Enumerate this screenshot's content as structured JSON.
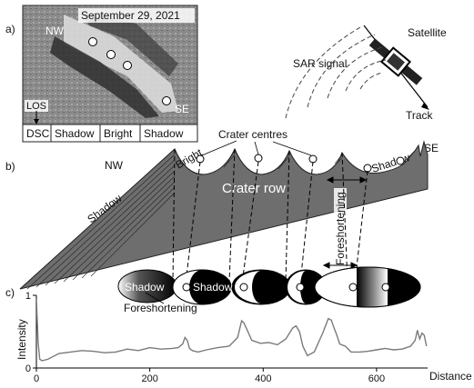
{
  "panel_a": {
    "label": "a)",
    "date": "September 29, 2021",
    "nw": "NW",
    "se": "SE",
    "los": "LOS",
    "dsc": "DSC",
    "strip": [
      "Shadow",
      "Bright",
      "Shadow"
    ]
  },
  "panel_b": {
    "label": "b)",
    "satellite": "Satellite",
    "sar_signal": "SAR signal",
    "track": "Track",
    "crater_centres": "Crater centres",
    "nw": "NW",
    "se": "SE",
    "shadow_left": "Shadow",
    "bright": "Bright",
    "crater_row": "Crater row",
    "shadow_right": "Shadow",
    "foreshortening_vertical": "Foreshortening",
    "foreshortening_vertical_2": "Foreshortening",
    "ellipse_shadow_1": "Shadow",
    "ellipse_shadow_2": "Shadow",
    "foreshortening_bottom": "Foreshortening"
  },
  "panel_c": {
    "label": "c)",
    "ylabel": "Intensity",
    "xlabel": "Distance",
    "y_ticks": [
      "1",
      "0"
    ],
    "x_ticks": [
      "0",
      "200",
      "400",
      "600"
    ]
  },
  "chart_data": {
    "type": "line",
    "title": "",
    "xlabel": "Distance",
    "ylabel": "Intensity",
    "xlim": [
      0,
      690
    ],
    "ylim": [
      0,
      1
    ],
    "series": [
      {
        "x": [
          0,
          3,
          6,
          10,
          20,
          40,
          60,
          80,
          100,
          120,
          140,
          160,
          180,
          200,
          220,
          240,
          250,
          258,
          262,
          266,
          270,
          275,
          285,
          300,
          320,
          340,
          355,
          362,
          366,
          372,
          380,
          395,
          410,
          425,
          440,
          452,
          458,
          464,
          470,
          478,
          490,
          505,
          515,
          520,
          525,
          530,
          535,
          545,
          555,
          570,
          585,
          600,
          615,
          630,
          645,
          660,
          668,
          672,
          676,
          680,
          684,
          688
        ],
        "y": [
          0.95,
          0.35,
          0.12,
          0.1,
          0.12,
          0.2,
          0.22,
          0.24,
          0.23,
          0.21,
          0.22,
          0.26,
          0.24,
          0.28,
          0.26,
          0.27,
          0.28,
          0.33,
          0.42,
          0.38,
          0.27,
          0.24,
          0.22,
          0.25,
          0.28,
          0.3,
          0.42,
          0.65,
          0.62,
          0.52,
          0.38,
          0.34,
          0.35,
          0.32,
          0.4,
          0.55,
          0.58,
          0.5,
          0.3,
          0.17,
          0.22,
          0.48,
          0.68,
          0.66,
          0.55,
          0.45,
          0.33,
          0.3,
          0.22,
          0.22,
          0.23,
          0.25,
          0.27,
          0.25,
          0.26,
          0.3,
          0.38,
          0.52,
          0.4,
          0.48,
          0.45,
          0.3
        ]
      }
    ],
    "x_ticks": [
      0,
      200,
      400,
      600
    ],
    "y_ticks": [
      0,
      1
    ],
    "grid": false
  },
  "colors": {
    "terrain": "#6e6e6e",
    "curve": "#7a7a7a",
    "shadow": "#000000"
  }
}
